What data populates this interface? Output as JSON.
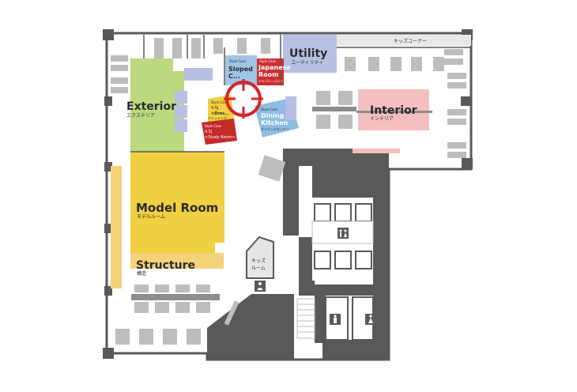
{
  "colors": {
    "wall": "#5a5959",
    "floor": "#ffffff",
    "furniture": "#bdbdbd",
    "exterior": "#bcd97f",
    "model_room": "#f0d040",
    "structure": "#f3d27a",
    "utility": "#b7bfe3",
    "interior": "#f3bfbf",
    "dining": "#8fbde3",
    "japanese": "#cf2e2e",
    "study": "#c52a2a",
    "dress": "#f0d040",
    "sloped": "#9fc4e6",
    "marker": "#d9232a"
  },
  "rooms": {
    "exterior": {
      "name": "Exterior",
      "sub": "エクステリア"
    },
    "model_room": {
      "name": "Model Room",
      "sub": "モデルルーム"
    },
    "structure": {
      "name": "Structure",
      "sub": "構造"
    },
    "utility": {
      "name": "Utility",
      "sub": "ユーティリティ"
    },
    "interior": {
      "name": "Interior",
      "sub": "インテリア"
    },
    "kids_corner": {
      "name": "キッズコーナー"
    },
    "kids_room": {
      "line1": "キッズ",
      "line2": "ルーム"
    },
    "sloped": {
      "style": "Style Case",
      "name_line1": "Sloped",
      "name_line2": "C..."
    },
    "japanese": {
      "style": "Style Case",
      "name_line1": "Japanese",
      "name_line2": "Room",
      "sub": "ジャパニーズルーム"
    },
    "dining": {
      "style": "Style Case",
      "name_line1": "Dining",
      "name_line2": "Kitchen",
      "sub": "ダイニングキッチン"
    },
    "dress": {
      "style": "Style Case",
      "num": "4.5J",
      "name": "<Dres...",
      "sub": "ドレッシング"
    },
    "study": {
      "style": "Style Case",
      "num": "4.5J",
      "name": "<Study Room>"
    }
  },
  "icons": [
    "restroom-sign-icon",
    "toilet-male-icon",
    "toilet-female-icon",
    "nursery-icon",
    "location-marker-icon"
  ]
}
